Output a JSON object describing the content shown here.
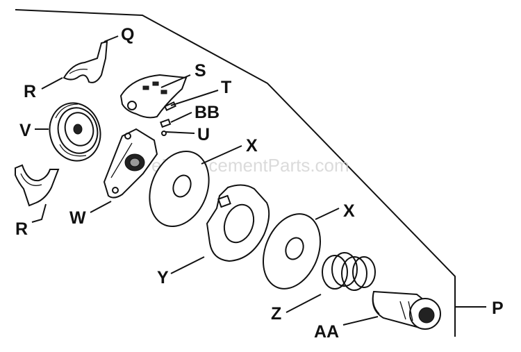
{
  "watermark": "eReplacementParts.com",
  "labels": {
    "Q": "Q",
    "R_top": "R",
    "S": "S",
    "T": "T",
    "BB": "BB",
    "U": "U",
    "V": "V",
    "X_top": "X",
    "W": "W",
    "R_bottom": "R",
    "X_bottom": "X",
    "Y": "Y",
    "Z": "Z",
    "AA": "AA",
    "P": "P"
  }
}
